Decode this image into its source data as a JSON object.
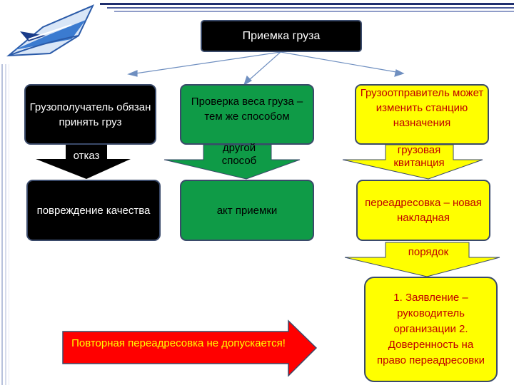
{
  "title": "Приемка груза",
  "branches": [
    {
      "box": "Грузополучатель обязан принять груз",
      "arrow": "отказ",
      "result": "повреждение качества"
    },
    {
      "box": "Проверка веса груза – тем же способом",
      "arrow": "другой способ",
      "result": "акт приемки"
    },
    {
      "box": "Грузоотправитель может изменить станцию назначения",
      "arrow": "грузовая квитанция",
      "result": "переадресовка – новая накладная"
    }
  ],
  "order_arrow": "порядок",
  "order_box": "1. Заявление – руководитель организации 2. Доверенность на право переадресовки",
  "note": "Повторная переадресовка не допускается!",
  "colors": {
    "black": "#000000",
    "green": "#0f9b47",
    "yellow": "#ffff00",
    "red": "#ff0000",
    "red_text": "#c00000",
    "border": "#3a4a6a"
  }
}
